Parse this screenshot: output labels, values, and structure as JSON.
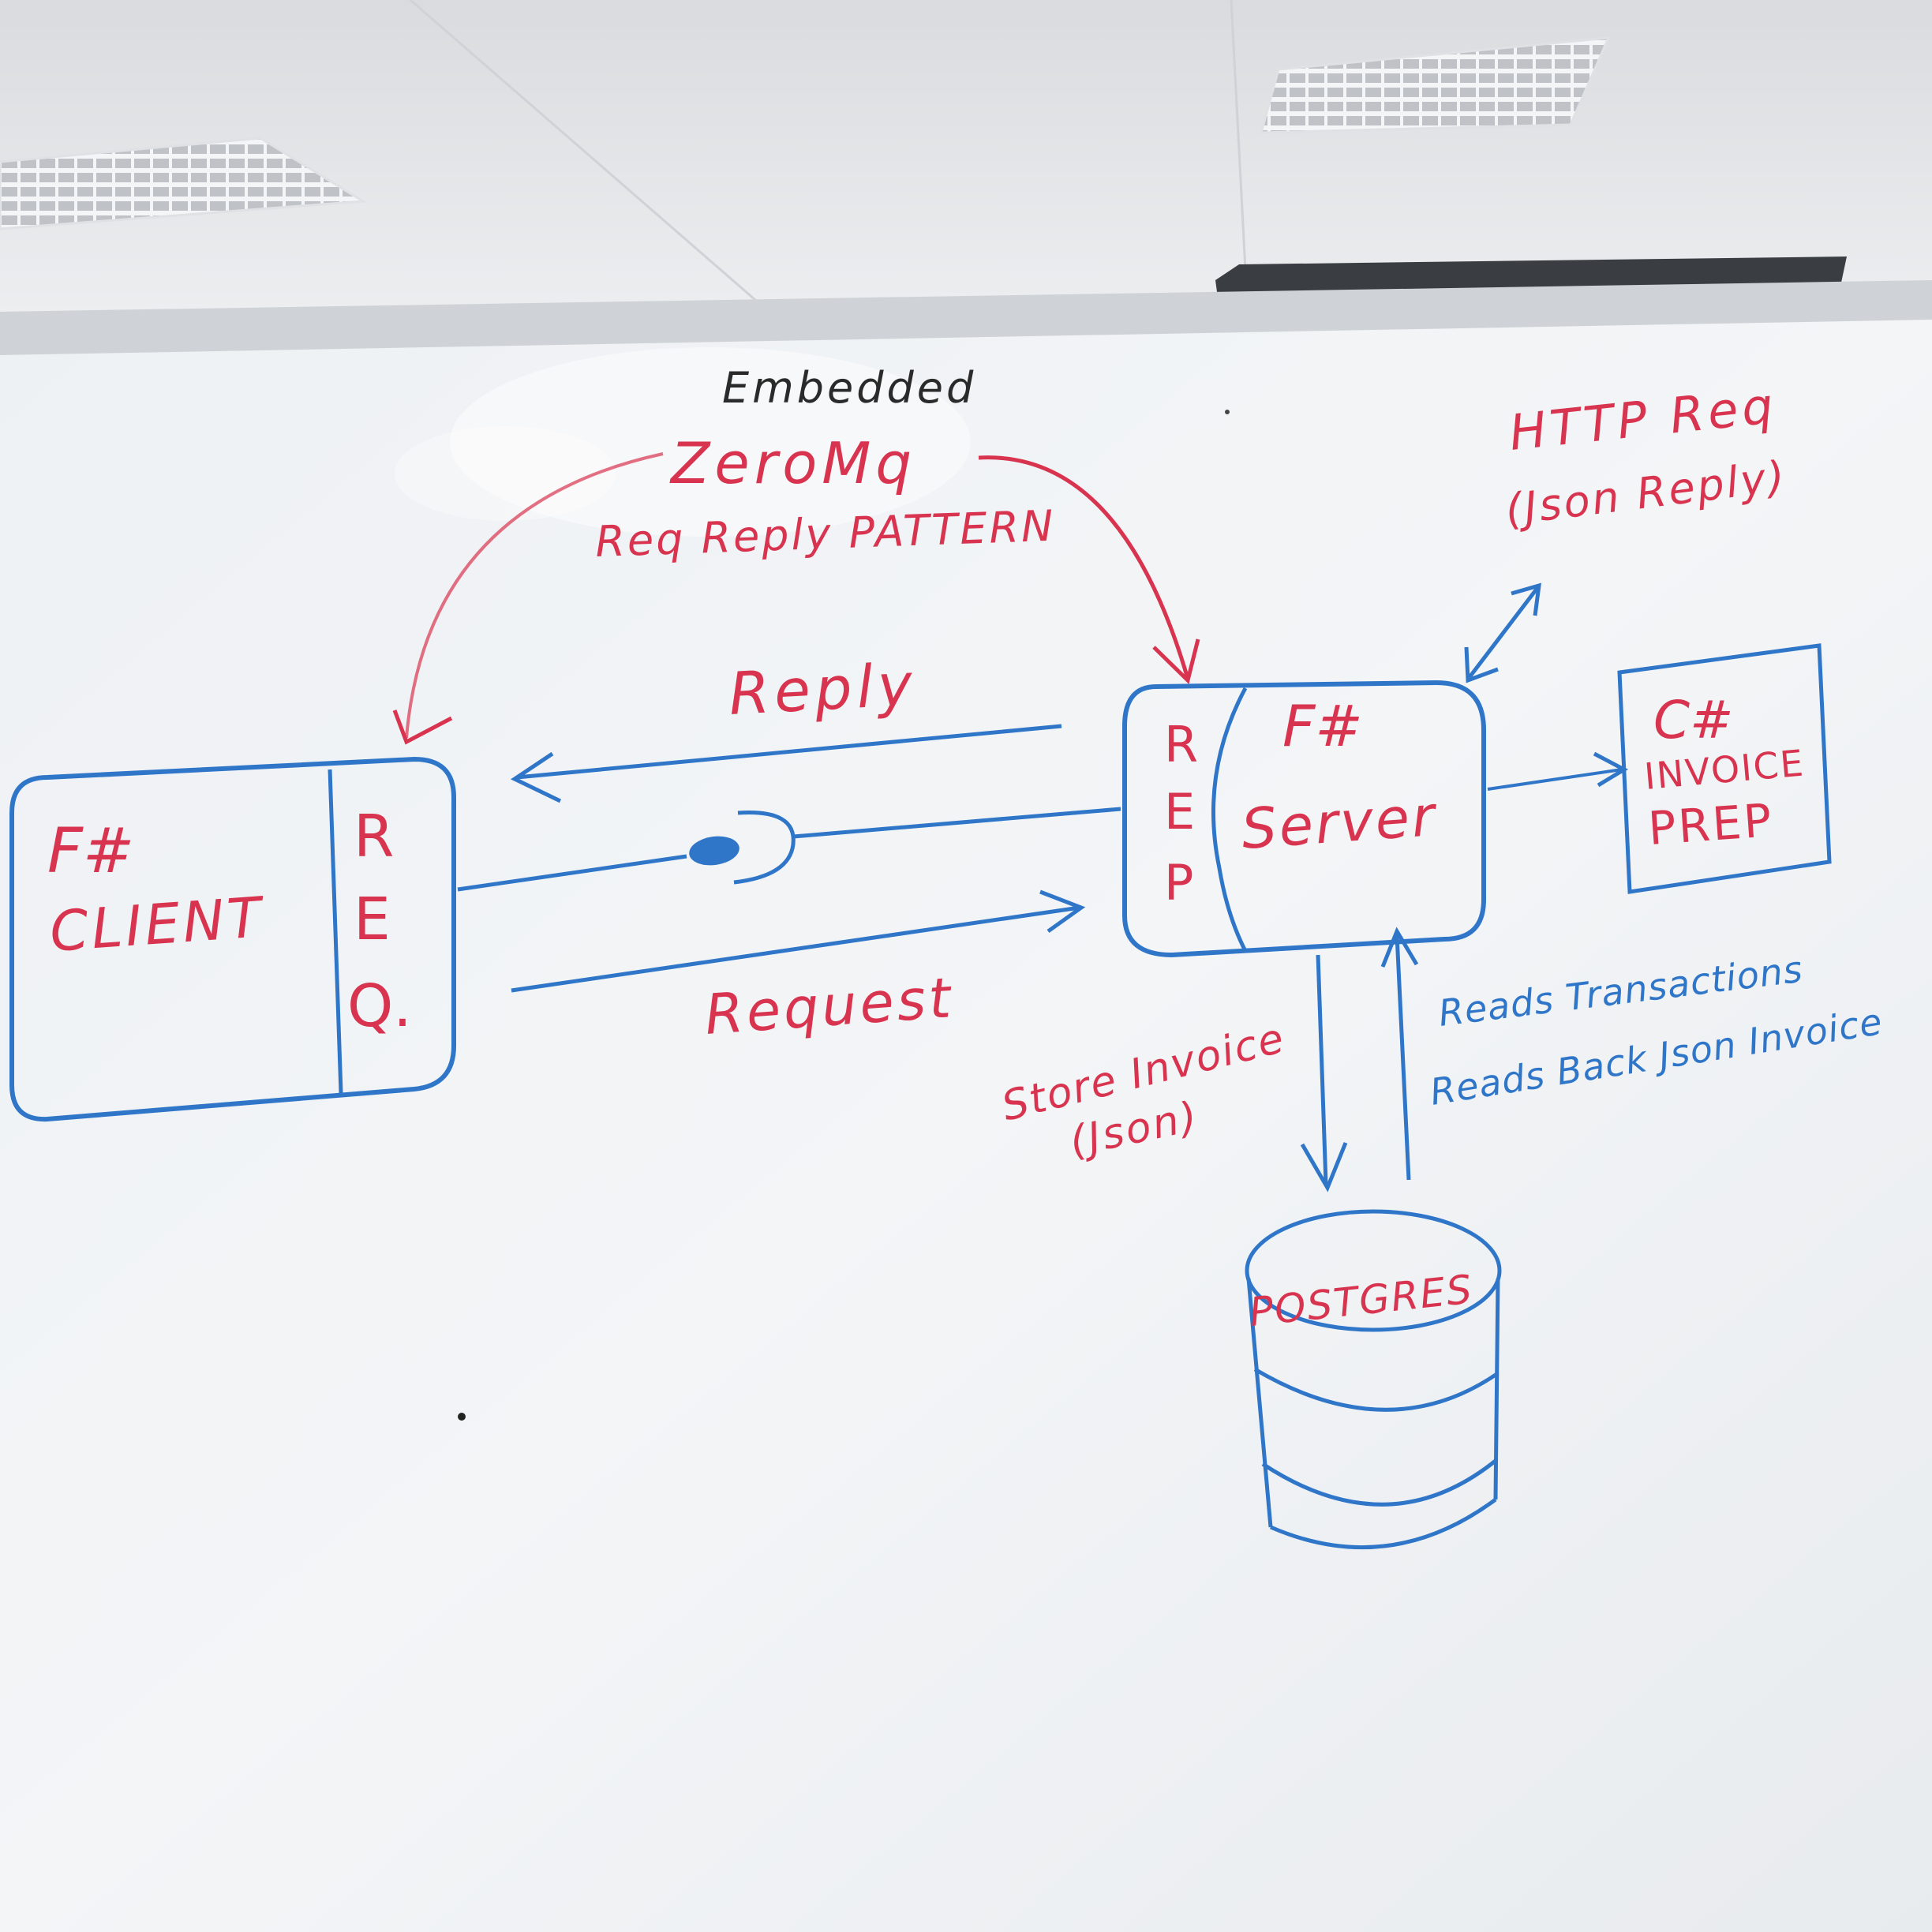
{
  "labels": {
    "embedded": "Embedded",
    "zeromq": "ZeroMq",
    "req_reply_pattern": "Req Reply PATTERN",
    "reply": "Reply",
    "request": "Request",
    "http_req": "HTTP Req",
    "json_reply": "(Json Reply)",
    "store_invoice": "Store Invoice",
    "json_paren": "(Json)",
    "reads_transactions": "Reads Transactions",
    "reads_back_json_invoice": "Reads Back Json Invoice"
  },
  "client": {
    "title": "F#",
    "subtitle": "CLIENT",
    "socket": [
      "R",
      "E",
      "Q."
    ]
  },
  "server": {
    "title": "F#",
    "subtitle": "Server",
    "socket": [
      "R",
      "E",
      "P"
    ]
  },
  "invoice_prep": {
    "title": "C#",
    "line1": "INVOICE",
    "line2": "PREP"
  },
  "database": {
    "label": "POSTGRES"
  },
  "colors": {
    "board": "#f2f4f6",
    "red_marker": "#d8344f",
    "blue_marker": "#2f76c9",
    "black_marker": "#2a2a2a",
    "ceiling": "#e3e5e8",
    "frame": "#c9ccd0",
    "light_fixture": "#f7f8f9"
  }
}
